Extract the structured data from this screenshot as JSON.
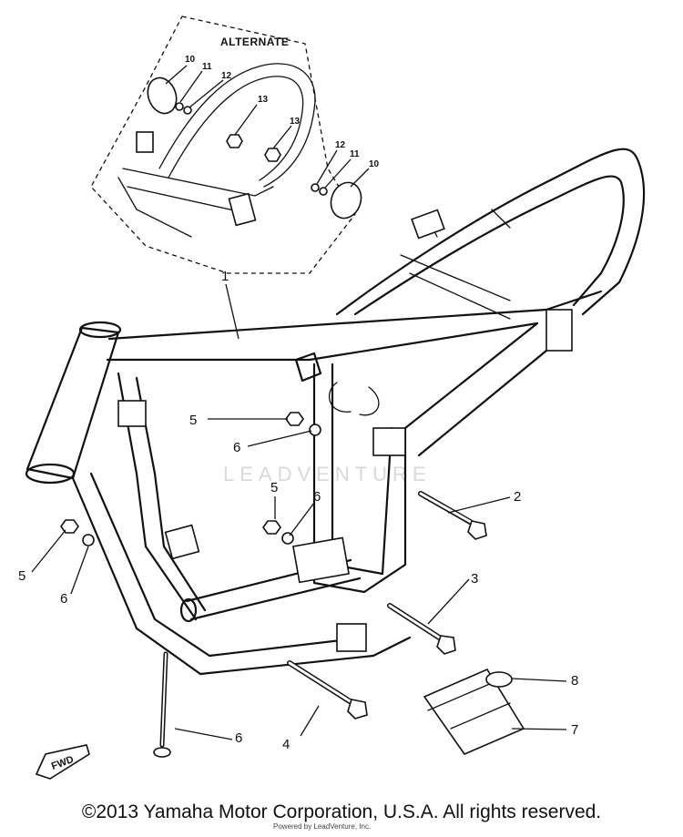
{
  "inset": {
    "title": "ALTERNATE",
    "labels": [
      "10",
      "11",
      "12",
      "13",
      "13",
      "12",
      "11",
      "10"
    ]
  },
  "callouts": [
    {
      "id": "1",
      "text": "1"
    },
    {
      "id": "2",
      "text": "2"
    },
    {
      "id": "3",
      "text": "3"
    },
    {
      "id": "4",
      "text": "4"
    },
    {
      "id": "5a",
      "text": "5"
    },
    {
      "id": "5b",
      "text": "5"
    },
    {
      "id": "5c",
      "text": "5"
    },
    {
      "id": "6a",
      "text": "6"
    },
    {
      "id": "6b",
      "text": "6"
    },
    {
      "id": "6c",
      "text": "6"
    },
    {
      "id": "6d",
      "text": "6"
    },
    {
      "id": "7",
      "text": "7"
    },
    {
      "id": "8",
      "text": "8"
    }
  ],
  "fwd_label": "FWD",
  "watermark": "LEADVENTURE",
  "copyright": "©2013 Yamaha Motor Corporation, U.S.A. All rights reserved.",
  "fine_print": "Powered by LeadVenture, Inc."
}
